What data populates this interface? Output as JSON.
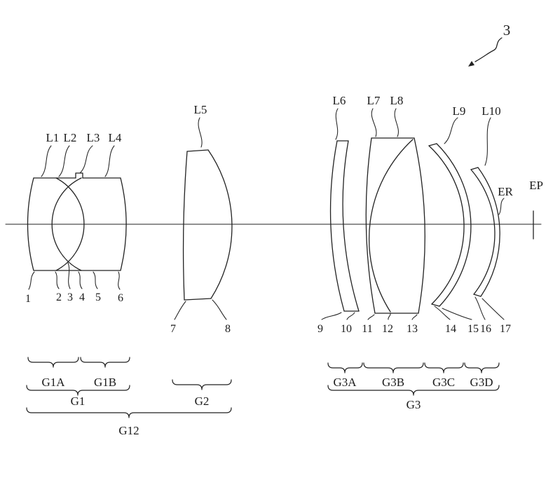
{
  "figure": {
    "number": "3"
  },
  "lens_labels": [
    "L1",
    "L2",
    "L3",
    "L4",
    "L5",
    "L6",
    "L7",
    "L8",
    "L9",
    "L10"
  ],
  "surface_numbers": [
    "1",
    "2",
    "3",
    "4",
    "5",
    "6",
    "7",
    "8",
    "9",
    "10",
    "11",
    "12",
    "13",
    "14",
    "15",
    "16",
    "17"
  ],
  "pupil_labels": {
    "er": "ER",
    "ep": "EP"
  },
  "group_labels": {
    "g1a": "G1A",
    "g1b": "G1B",
    "g1": "G1",
    "g2": "G2",
    "g12": "G12",
    "g3a": "G3A",
    "g3b": "G3B",
    "g3c": "G3C",
    "g3d": "G3D",
    "g3": "G3"
  },
  "colors": {
    "ink": "#222222",
    "background": "#ffffff"
  }
}
